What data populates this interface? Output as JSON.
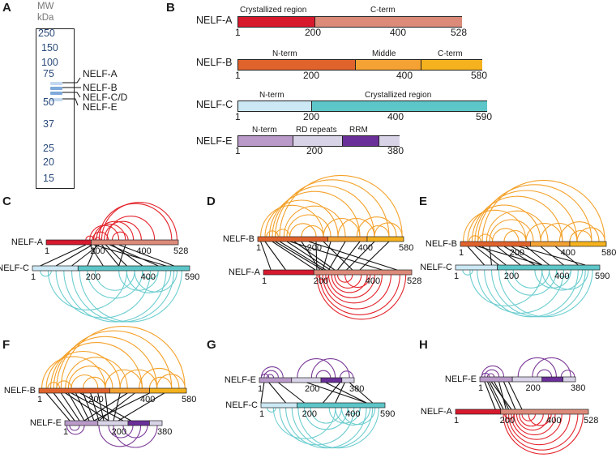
{
  "panels": {
    "a": "A",
    "b": "B",
    "c": "C",
    "d": "D",
    "e": "E",
    "f": "F",
    "g": "G",
    "h": "H"
  },
  "gel": {
    "mw_header_1": "MW",
    "mw_header_2": "kDa",
    "markers": [
      "250",
      "150",
      "100",
      "75",
      "50",
      "37",
      "25",
      "20",
      "15"
    ],
    "bands": [
      "NELF-A",
      "NELF-B",
      "NELF-C/D",
      "NELF-E"
    ]
  },
  "domains": {
    "nelf_a": {
      "name": "NELF-A",
      "r1": "Crystallized region",
      "r2": "C-term",
      "t1": "1",
      "t2": "200",
      "t3": "400",
      "t4": "528"
    },
    "nelf_b": {
      "name": "NELF-B",
      "r1": "N-term",
      "r2": "Middle",
      "r3": "C-term",
      "t1": "1",
      "t2": "200",
      "t3": "400",
      "t4": "580"
    },
    "nelf_c": {
      "name": "NELF-C",
      "r1": "N-term",
      "r2": "Crystallized region",
      "t1": "1",
      "t2": "200",
      "t3": "400",
      "t4": "590"
    },
    "nelf_e": {
      "name": "NELF-E",
      "r1": "N-term",
      "r2": "RD repeats",
      "r3": "RRM",
      "t1": "1",
      "t2": "200",
      "t3": "380"
    }
  },
  "crosslink_panels": {
    "c": {
      "top": "NELF-A",
      "bottom": "NELF-C",
      "top_ticks": [
        "1",
        "200",
        "400",
        "528"
      ],
      "bottom_ticks": [
        "1",
        "200",
        "400",
        "590"
      ]
    },
    "d": {
      "top": "NELF-B",
      "bottom": "NELF-A",
      "top_ticks": [
        "1",
        "200",
        "400",
        "580"
      ],
      "bottom_ticks": [
        "1",
        "200",
        "400",
        "528"
      ]
    },
    "e": {
      "top": "NELF-B",
      "bottom": "NELF-C",
      "top_ticks": [
        "1",
        "200",
        "400",
        "580"
      ],
      "bottom_ticks": [
        "1",
        "200",
        "400",
        "590"
      ]
    },
    "f": {
      "top": "NELF-B",
      "bottom": "NELF-E",
      "top_ticks": [
        "1",
        "200",
        "400",
        "580"
      ],
      "bottom_ticks": [
        "1",
        "200",
        "380"
      ]
    },
    "g": {
      "top": "NELF-E",
      "bottom": "NELF-C",
      "top_ticks": [
        "1",
        "200",
        "380"
      ],
      "bottom_ticks": [
        "1",
        "200",
        "400",
        "590"
      ]
    },
    "h": {
      "top": "NELF-E",
      "bottom": "NELF-A",
      "top_ticks": [
        "1",
        "200",
        "380"
      ],
      "bottom_ticks": [
        "1",
        "200",
        "400",
        "528"
      ]
    }
  },
  "colors": {
    "nelf_a_dark": "#d7192e",
    "nelf_a_light": "#dc8a7a",
    "nelf_b_n": "#e1632c",
    "nelf_b_mid": "#f3a233",
    "nelf_b_c": "#f5b21e",
    "nelf_c_n": "#cce8f5",
    "nelf_c_cryst": "#5cc6c8",
    "nelf_e_n": "#b99ac9",
    "nelf_e_rd": "#d9d3e8",
    "nelf_e_rrm": "#6a2f99",
    "arc_a": "#e3232b",
    "arc_b": "#f4a129",
    "arc_c": "#6ccdd0",
    "arc_e": "#7b3a98"
  }
}
